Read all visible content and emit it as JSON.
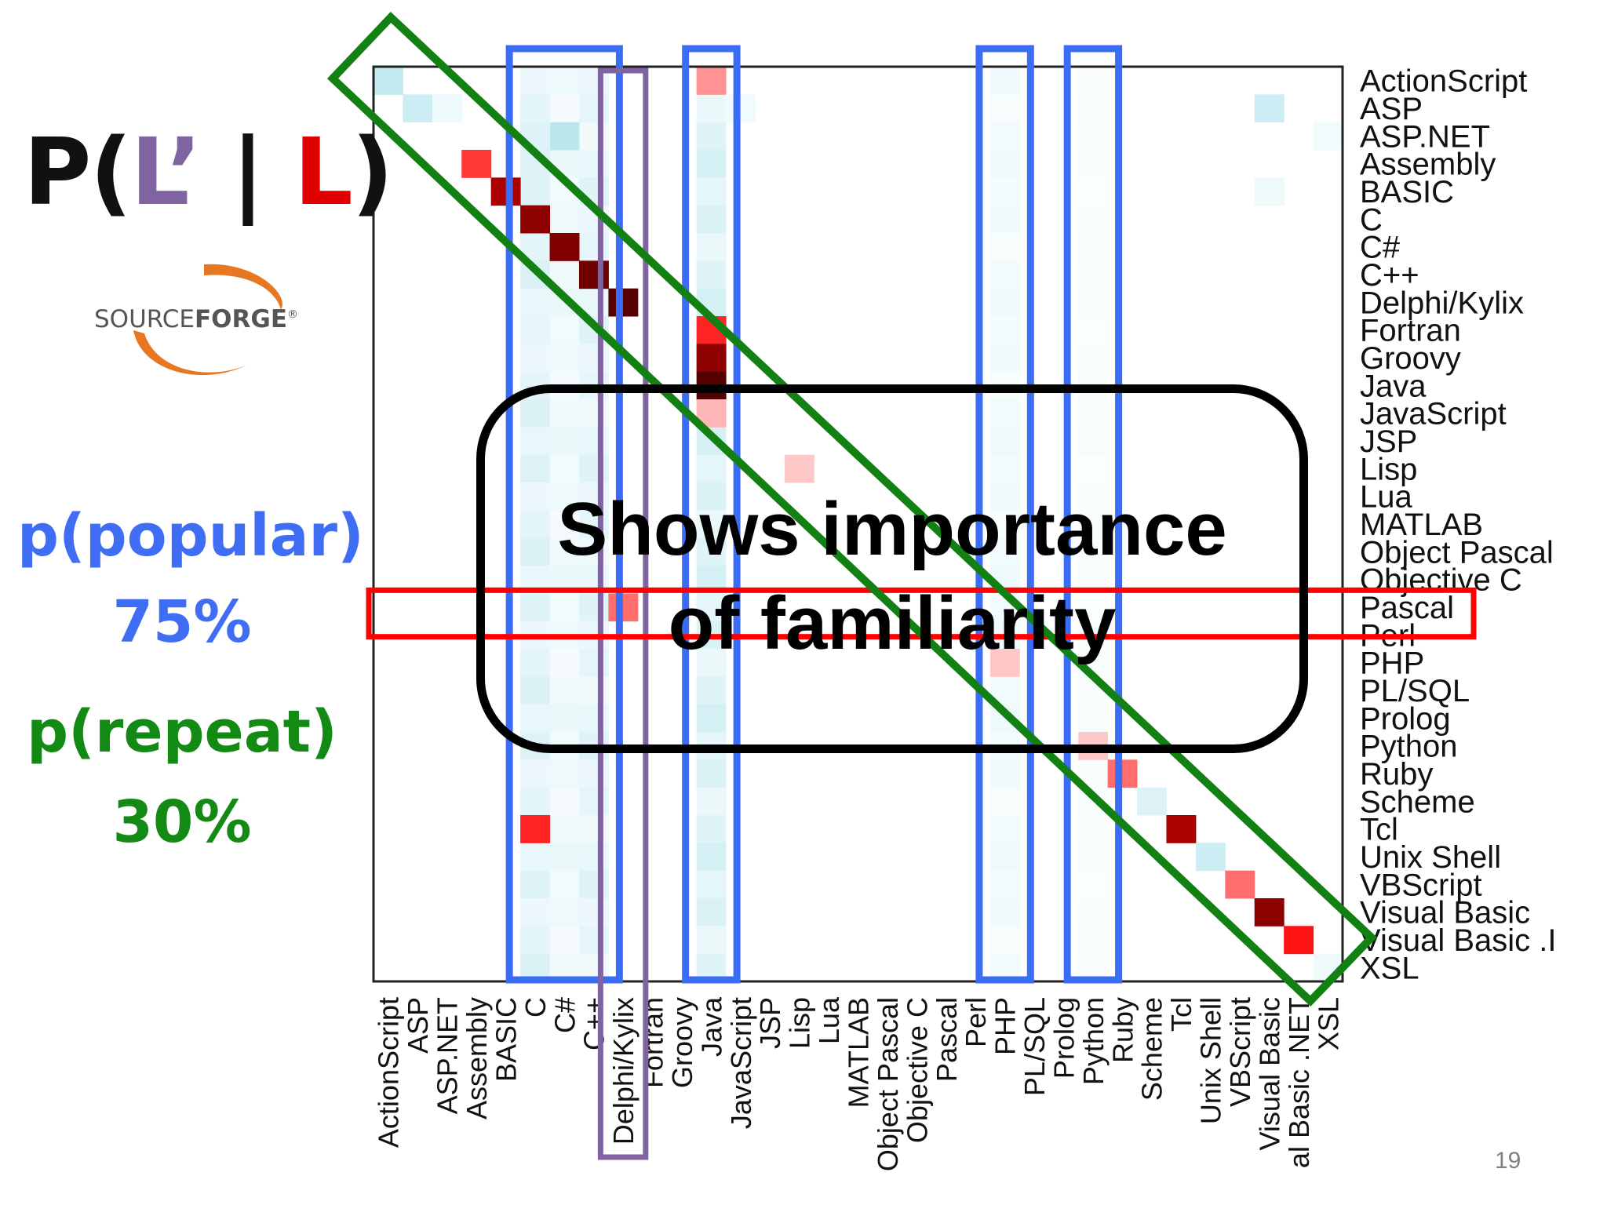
{
  "slide": {
    "title_prefix": "P(",
    "title_lprime": "L’",
    "title_bar": " | ",
    "title_l": "L",
    "title_suffix": ")",
    "logo_text_a": "SOURCE",
    "logo_text_b": "FORGE",
    "logo_mark": "®",
    "popular_label": "p(popular)",
    "popular_value": "75%",
    "repeat_label": "p(repeat)",
    "repeat_value": "30%",
    "callout_line1": "Shows importance",
    "callout_line2": "of familiarity",
    "page_number": "19"
  },
  "colors": {
    "title_black": "#111111",
    "lprime_purple": "#8064a2",
    "l_red": "#e00000",
    "popular_blue": "#3f6ef5",
    "repeat_green": "#138a13",
    "logo_orange": "#e87722",
    "logo_gray": "#555555",
    "highlight_blue": "#3b6cf5",
    "highlight_purple": "#8064a2",
    "highlight_green": "#138013",
    "highlight_red": "#ff0000"
  },
  "chart_data": {
    "type": "heatmap",
    "title": "",
    "xlabel": "",
    "ylabel": "",
    "languages": [
      "ActionScript",
      "ASP",
      "ASP.NET",
      "Assembly",
      "BASIC",
      "C",
      "C#",
      "C++",
      "Delphi/Kylix",
      "Fortran",
      "Groovy",
      "Java",
      "JavaScript",
      "JSP",
      "Lisp",
      "Lua",
      "MATLAB",
      "Object Pascal",
      "Objective C",
      "Pascal",
      "Perl",
      "PHP",
      "PL/SQL",
      "Prolog",
      "Python",
      "Ruby",
      "Scheme",
      "Tcl",
      "Unix Shell",
      "VBScript",
      "Visual Basic",
      "Visual Basic .NET",
      "XSL"
    ],
    "x_tick_labels": [
      "ActionScript",
      "ASP",
      "ASP.NET",
      "Assembly",
      "BASIC",
      "C",
      "C#",
      "C++",
      "Delphi/Kylix",
      "Fortran",
      "Groovy",
      "Java",
      "JavaScript",
      "JSP",
      "Lisp",
      "Lua",
      "MATLAB",
      "Object Pascal",
      "Objective C",
      "Pascal",
      "Perl",
      "PHP",
      "PL/SQL",
      "Prolog",
      "Python",
      "Ruby",
      "Scheme",
      "Tcl",
      "Unix Shell",
      "VBScript",
      "Visual Basic",
      "al Basic .NET",
      "XSL"
    ],
    "y_tick_labels": [
      "ActionScript",
      "ASP",
      "ASP.NET",
      "Assembly",
      "BASIC",
      "C",
      "C#",
      "C++",
      "Delphi/Kylix",
      "Fortran",
      "Groovy",
      "Java",
      "JavaScript",
      "JSP",
      "Lisp",
      "Lua",
      "MATLAB",
      "Object Pascal",
      "Objective C",
      "Pascal",
      "Perl",
      "PHP",
      "PL/SQL",
      "Prolog",
      "Python",
      "Ruby",
      "Scheme",
      "Tcl",
      "Unix Shell",
      "VBScript",
      "Visual Basic",
      "Visual Basic .I",
      "XSL"
    ],
    "cells": [
      {
        "row": "ActionScript",
        "col": "ActionScript",
        "value": -0.35
      },
      {
        "row": "ActionScript",
        "col": "Java",
        "value": 0.3
      },
      {
        "row": "ASP",
        "col": "ASP",
        "value": -0.3
      },
      {
        "row": "ASP",
        "col": "ASP.NET",
        "value": -0.1
      },
      {
        "row": "ASP",
        "col": "Visual Basic",
        "value": -0.3
      },
      {
        "row": "ASP",
        "col": "JavaScript",
        "value": -0.08
      },
      {
        "row": "ASP.NET",
        "col": "C#",
        "value": -0.4
      },
      {
        "row": "ASP.NET",
        "col": "C",
        "value": -0.2
      },
      {
        "row": "ASP.NET",
        "col": "XSL",
        "value": -0.08
      },
      {
        "row": "Assembly",
        "col": "Assembly",
        "value": 0.55
      },
      {
        "row": "Assembly",
        "col": "C",
        "value": -0.2
      },
      {
        "row": "BASIC",
        "col": "BASIC",
        "value": 0.85
      },
      {
        "row": "BASIC",
        "col": "Visual Basic",
        "value": -0.1
      },
      {
        "row": "C",
        "col": "C",
        "value": 0.9
      },
      {
        "row": "C#",
        "col": "C#",
        "value": 0.92
      },
      {
        "row": "C++",
        "col": "C++",
        "value": 0.95
      },
      {
        "row": "Delphi/Kylix",
        "col": "Delphi/Kylix",
        "value": 1.0
      },
      {
        "row": "Fortran",
        "col": "Java",
        "value": 0.6
      },
      {
        "row": "Fortran",
        "col": "C",
        "value": -0.15
      },
      {
        "row": "Groovy",
        "col": "Java",
        "value": 0.9
      },
      {
        "row": "Java",
        "col": "Java",
        "value": 1.0
      },
      {
        "row": "JavaScript",
        "col": "Java",
        "value": 0.2
      },
      {
        "row": "Lisp",
        "col": "Lisp",
        "value": 0.15
      },
      {
        "row": "Pascal",
        "col": "Delphi/Kylix",
        "value": 0.4
      },
      {
        "row": "PHP",
        "col": "PHP",
        "value": 0.15
      },
      {
        "row": "Python",
        "col": "Python",
        "value": 0.15
      },
      {
        "row": "Ruby",
        "col": "Ruby",
        "value": 0.4
      },
      {
        "row": "Scheme",
        "col": "Scheme",
        "value": -0.2
      },
      {
        "row": "Tcl",
        "col": "Tcl",
        "value": 0.85
      },
      {
        "row": "Tcl",
        "col": "C",
        "value": 0.6
      },
      {
        "row": "Unix Shell",
        "col": "Unix Shell",
        "value": -0.3
      },
      {
        "row": "VBScript",
        "col": "VBScript",
        "value": 0.4
      },
      {
        "row": "Visual Basic",
        "col": "Visual Basic",
        "value": 0.9
      },
      {
        "row": "Visual Basic .NET",
        "col": "Visual Basic .NET",
        "value": 0.65
      },
      {
        "row": "XSL",
        "col": "XSL",
        "value": -0.1
      }
    ],
    "column_tint": {
      "C": -0.22,
      "C#": -0.12,
      "C++": -0.18,
      "Java": -0.25,
      "PHP": -0.1,
      "Python": -0.05
    },
    "highlights": {
      "blue_columns": [
        [
          "C",
          "C++"
        ],
        [
          "Java",
          "Java"
        ],
        [
          "PHP",
          "PHP"
        ],
        [
          "Python",
          "Python"
        ]
      ],
      "purple_column": "Delphi/Kylix",
      "red_row": "Pascal",
      "green_band": "diagonal"
    },
    "grid": false,
    "legend": "none"
  }
}
